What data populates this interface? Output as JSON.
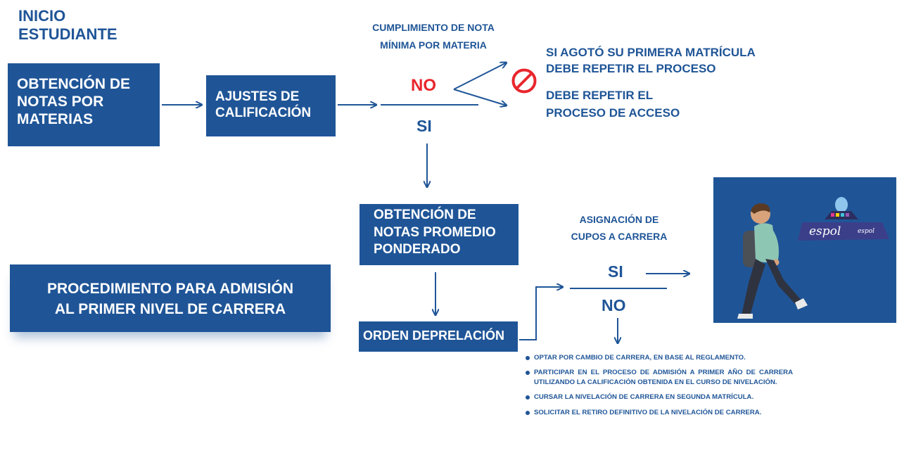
{
  "start_label": [
    "INICIO",
    "ESTUDIANTE"
  ],
  "nodes": {
    "obtencion_notas": [
      "OBTENCIÓN DE",
      "NOTAS POR",
      "MATERIAS"
    ],
    "ajustes": [
      "AJUSTES DE",
      "CALIFICACIÓN"
    ],
    "promedio": [
      "OBTENCIÓN DE",
      "NOTAS PROMEDIO",
      "PONDERADO"
    ],
    "prelacion": "ORDEN DEPRELACIÓN"
  },
  "decision1": {
    "title": [
      "CUMPLIMIENTO DE NOTA",
      "MÍNIMA POR MATERIA"
    ],
    "no": "NO",
    "si": "SI",
    "no_outcomes": {
      "primera_matricula": [
        "SI AGOTÓ SU PRIMERA MATRÍCULA",
        "DEBE REPETIR EL PROCESO"
      ],
      "acceso": [
        "DEBE REPETIR EL",
        "PROCESO DE ACCESO"
      ]
    }
  },
  "decision2": {
    "title": [
      "ASIGNACIÓN DE",
      "CUPOS A CARRERA"
    ],
    "si": "SI",
    "no": "NO"
  },
  "procedure_title": [
    "PROCEDIMIENTO PARA ADMISIÓN",
    "AL PRIMER NIVEL DE CARRERA"
  ],
  "logo_text": [
    "espol",
    "espol"
  ],
  "options": [
    "OPTAR POR CAMBIO DE CARRERA, EN BASE AL REGLAMENTO.",
    "PARTICIPAR EN EL PROCESO DE ADMISIÓN A PRIMER AÑO DE CARRERA UTILIZANDO LA CALIFICACIÓN OBTENIDA EN EL CURSO DE NIVELACIÓN.",
    "CURSAR LA NIVELACIÓN DE CARRERA EN SEGUNDA MATRÍCULA.",
    "SOLICITAR EL RETIRO DEFINITIVO DE LA NIVELACIÓN DE CARRERA."
  ],
  "colors": {
    "primary": "#1f5597",
    "no_red": "#e8262d",
    "background": "#ffffff"
  }
}
